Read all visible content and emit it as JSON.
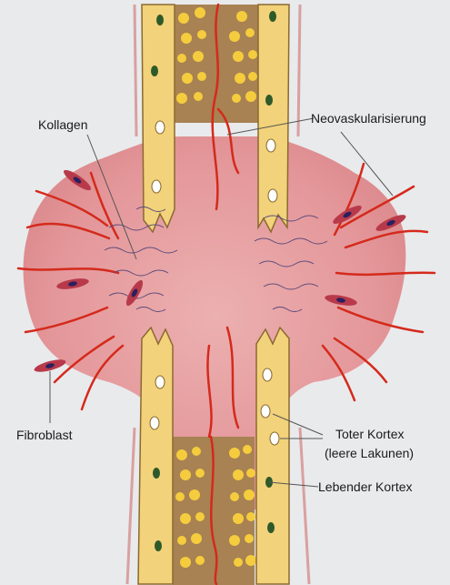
{
  "labels": {
    "kollagen": "Kollagen",
    "neovaskularisierung": "Neovaskularisierung",
    "fibroblast": "Fibroblast",
    "toter_kortex_1": "Toter Kortex",
    "toter_kortex_2": "(leere Lakunen)",
    "lebender_kortex": "Lebender Kortex"
  },
  "colors": {
    "background": "#e9eaec",
    "callus": "#e4979a",
    "callus_dark": "#cf7a80",
    "cortex": "#f2d27a",
    "marrow": "#a88252",
    "marrow_cells": "#f4cc3e",
    "vessel": "#d42a1c",
    "collagen": "#5a4a7a",
    "fibroblast": "#b83a4a",
    "live_nucleus": "#2e5a2a"
  }
}
